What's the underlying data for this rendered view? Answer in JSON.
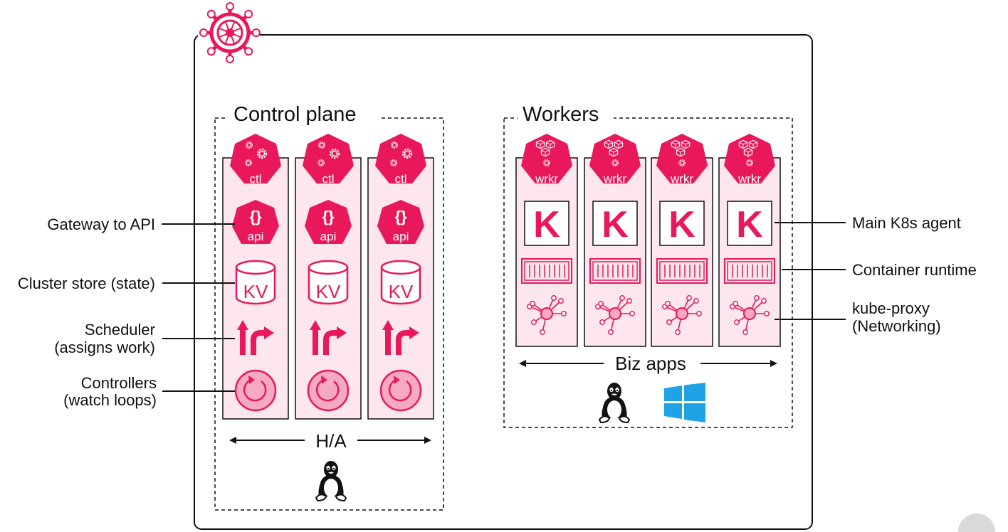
{
  "colors": {
    "accent": "#e8185a",
    "pale": "#fde6ee",
    "ink": "#111111"
  },
  "icons": {
    "logo": "helm-wheel-icon",
    "gears": "gears-icon",
    "braces": "braces-icon",
    "database": "database-icon",
    "scheduler": "split-arrow-icon",
    "loop": "loop-icon",
    "cubes": "cubes-icon",
    "container": "container-icon",
    "network": "network-hub-icon",
    "linux": "linux-penguin-icon",
    "windows": "windows-logo-icon"
  },
  "control_plane": {
    "title": "Control plane",
    "node_label": "ctl",
    "api_label": "api",
    "kv_label": "KV",
    "ha_label": "H/A",
    "count": 3
  },
  "workers": {
    "title": "Workers",
    "node_label": "wrkr",
    "agent_letter": "K",
    "biz_label": "Biz apps",
    "count": 4
  },
  "left_labels": {
    "gateway": "Gateway to API",
    "store": "Cluster store (state)",
    "scheduler_1": "Scheduler",
    "scheduler_2": "(assigns work)",
    "controllers_1": "Controllers",
    "controllers_2": "(watch loops)"
  },
  "right_labels": {
    "agent": "Main K8s agent",
    "runtime": "Container runtime",
    "proxy_1": "kube-proxy",
    "proxy_2": "(Networking)"
  }
}
